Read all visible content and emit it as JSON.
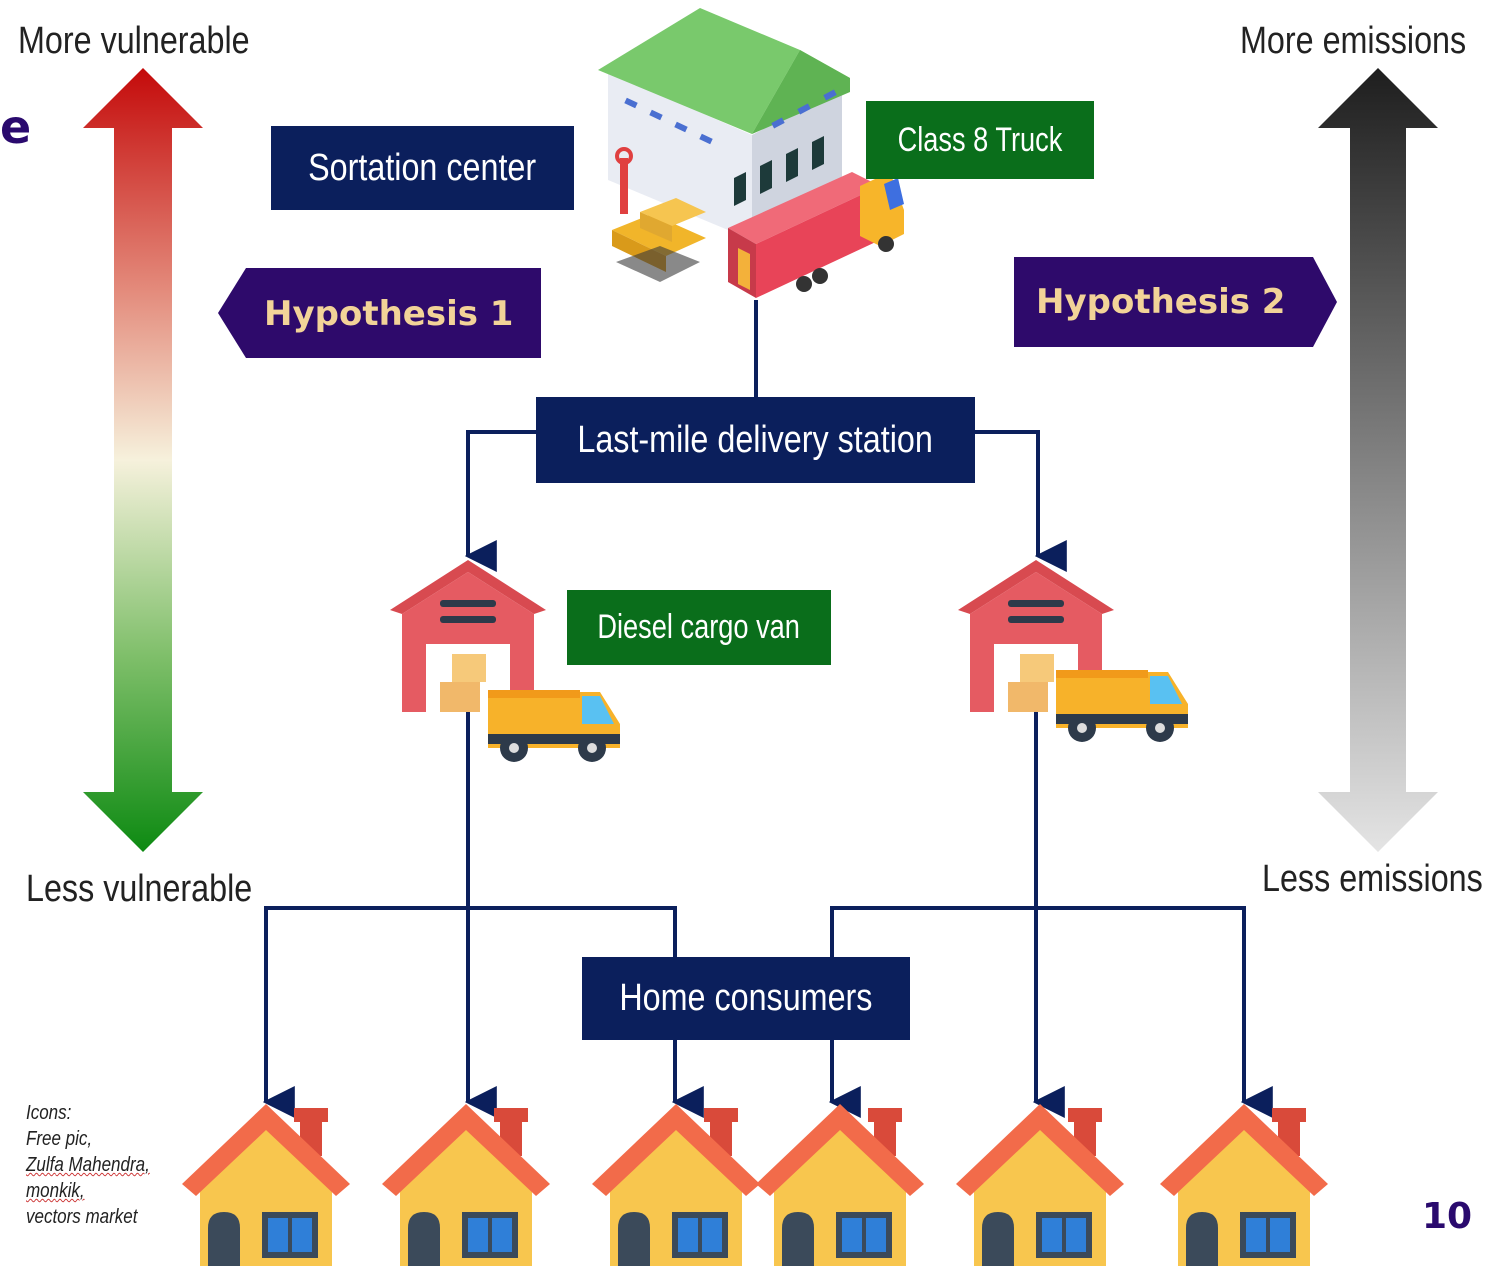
{
  "vulnerability_axis": {
    "top_label": "More vulnerable",
    "bottom_label": "Less vulnerable"
  },
  "emissions_axis": {
    "top_label": "More emissions",
    "bottom_label": "Less emissions"
  },
  "hypotheses": {
    "h1": "Hypothesis 1",
    "h2": "Hypothesis 2"
  },
  "nodes": {
    "sortation_center": "Sortation center",
    "class8_truck": "Class 8 Truck",
    "last_mile_station": "Last-mile delivery station",
    "diesel_van": "Diesel cargo van",
    "home_consumers": "Home consumers"
  },
  "credits": {
    "l1": "Icons:",
    "l2": "Free pic,",
    "l3": "Zulfa Mahendra,",
    "l4": "monkik,",
    "l5": "vectors market"
  },
  "page_number": "10",
  "corner_mark": "e",
  "colors": {
    "navy": "#0b1f5c",
    "green": "#0a6e1b",
    "purple": "#2e0a6b",
    "hypothesis_text": "#f2d398"
  }
}
